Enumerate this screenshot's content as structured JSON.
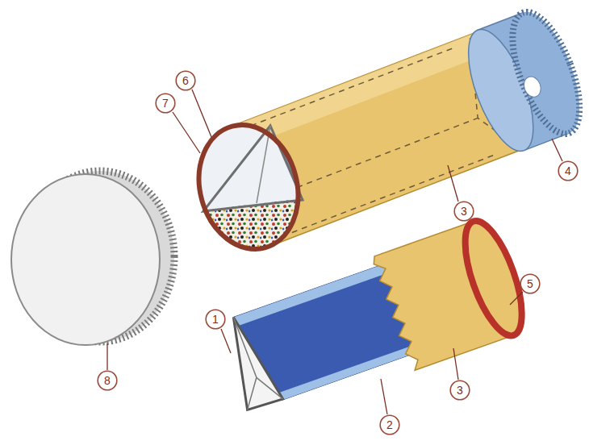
{
  "diagram": {
    "nodes": [
      {
        "text": [
          "6"
        ]
      },
      {
        "text": [
          "7"
        ]
      },
      {
        "text": [
          "4"
        ]
      },
      {
        "text": [
          "3"
        ]
      },
      {
        "text": [
          "5"
        ]
      },
      {
        "text": [
          "1"
        ]
      },
      {
        "text": [
          "8"
        ]
      },
      {
        "text": [
          "3"
        ]
      },
      {
        "text": [
          "2"
        ]
      }
    ]
  }
}
